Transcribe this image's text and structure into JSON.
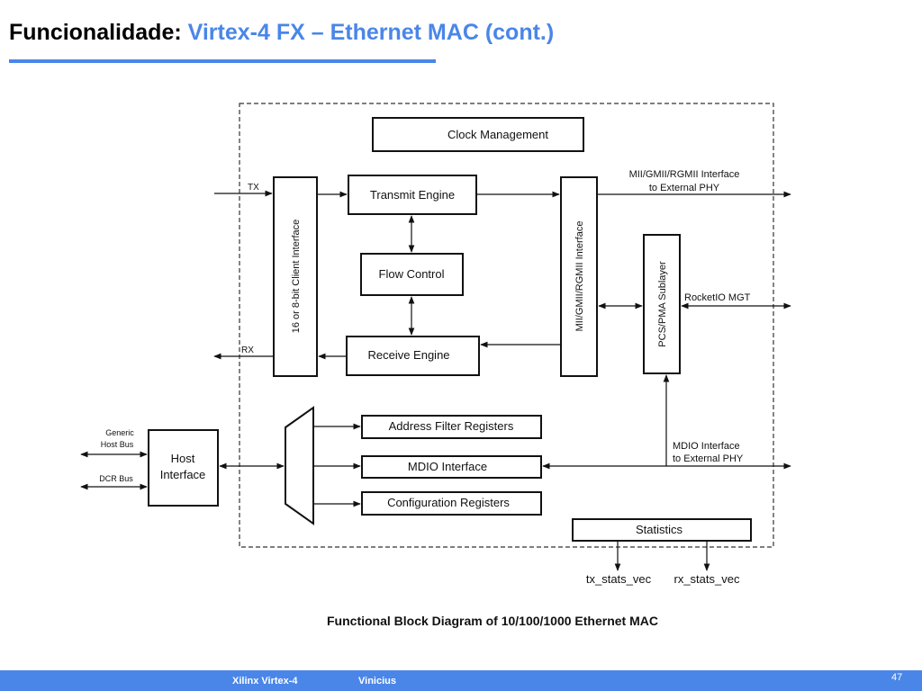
{
  "slide": {
    "title_main": "Funcionalidade:",
    "title_sub": "Virtex-4 FX – Ethernet MAC (cont.)",
    "accent_color": "#4a86e8"
  },
  "diagram": {
    "blocks": {
      "clock_management": "Clock Management",
      "transmit_engine": "Transmit Engine",
      "flow_control": "Flow Control",
      "receive_engine": "Receive Engine",
      "client_interface": "16 or 8-bit Client Interface",
      "mii_interface": "MII/GMII/RGMII Interface",
      "pcs_pma": "PCS/PMA Sublayer",
      "address_filter": "Address Filter Registers",
      "mdio_interface": "MDIO Interface",
      "config_registers": "Configuration Registers",
      "statistics": "Statistics",
      "host_interface_line1": "Host",
      "host_interface_line2": "Interface"
    },
    "signals": {
      "tx": "TX",
      "rx": "RX",
      "phy_interface_line1": "MII/GMII/RGMII Interface",
      "phy_interface_line2": "to External PHY",
      "rocketio": "RocketIO MGT",
      "mdio_line1": "MDIO Interface",
      "mdio_line2": "to External PHY",
      "generic_bus_line1": "Generic",
      "generic_bus_line2": "Host Bus",
      "dcr_bus": "DCR Bus",
      "tx_stats": "tx_stats_vec",
      "rx_stats": "rx_stats_vec"
    },
    "caption": "Functional Block Diagram of 10/100/1000 Ethernet MAC"
  },
  "footer": {
    "left": "Xilinx Virtex-4",
    "center": "Vinicius",
    "page": "47"
  }
}
